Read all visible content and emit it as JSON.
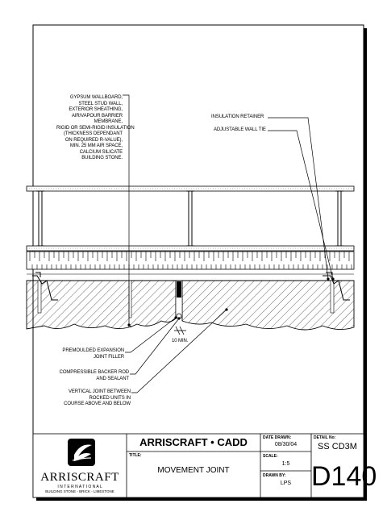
{
  "drawing": {
    "callouts": {
      "wall_assembly": [
        "GYPSUM WALLBOARD,",
        "STEEL STUD WALL,",
        "EXTERIOR SHEATHING,",
        "AIR/VAPOUR BARRIER",
        "MEMBRANE,",
        "RIGID OR SEMI-RIGID INSULATION",
        "(THICKNESS DEPENDANT",
        "ON REQUIRED R-VALUE),",
        "MIN. 25 MM AIR SPACE,",
        "CALCIUM SILICATE",
        "BUILDING STONE."
      ],
      "insulation_retainer": "INSULATION RETAINER",
      "adjustable_wall_tie": "ADJUSTABLE WALL TIE",
      "min_dimension": "10 MIN.",
      "joint_filler": [
        "PREMOULDED EXPANSION",
        "JOINT FILLER"
      ],
      "backer_rod": [
        "COMPRESSIBLE BACKER ROD",
        "AND SEALANT"
      ],
      "vertical_joint": [
        "VERTICAL JOINT BETWEEN",
        "ROCKED UNITS IN",
        "COURSE ABOVE AND BELOW"
      ]
    }
  },
  "title_block": {
    "company_header": "ARRISCRAFT • CADD",
    "logo": {
      "name": "ARRISCRAFT",
      "sub": "I N T E R N A T I O N A L",
      "tagline": "BUILDING STONE - BRICK - LIMESTONE"
    },
    "title_label": "TITLE:",
    "title": "MOVEMENT JOINT",
    "date_label": "DATE DRAWN:",
    "date": "08/30/04",
    "scale_label": "SCALE:",
    "scale": "1:5",
    "drawn_label": "DRAWN BY:",
    "drawn_by": "LPS",
    "detail_label": "DETAIL No:",
    "detail_code": "SS CD3M",
    "detail_number": "D140"
  }
}
